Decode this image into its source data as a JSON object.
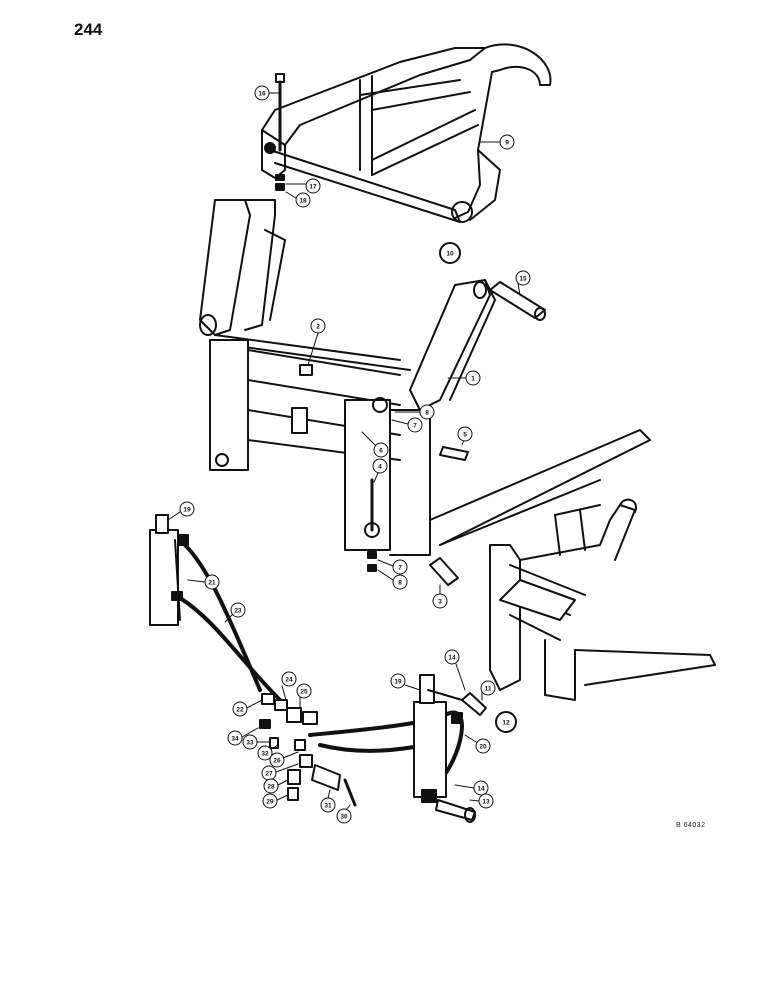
{
  "page": {
    "number": "244",
    "figure_code": "B 64032"
  },
  "diagram": {
    "callouts": [
      {
        "label": "16"
      },
      {
        "label": "9"
      },
      {
        "label": "17"
      },
      {
        "label": "18"
      },
      {
        "label": "10"
      },
      {
        "label": "15"
      },
      {
        "label": "2"
      },
      {
        "label": "1"
      },
      {
        "label": "8"
      },
      {
        "label": "7"
      },
      {
        "label": "6"
      },
      {
        "label": "5"
      },
      {
        "label": "4"
      },
      {
        "label": "7"
      },
      {
        "label": "8"
      },
      {
        "label": "3"
      },
      {
        "label": "19"
      },
      {
        "label": "21"
      },
      {
        "label": "23"
      },
      {
        "label": "24"
      },
      {
        "label": "25"
      },
      {
        "label": "22"
      },
      {
        "label": "34"
      },
      {
        "label": "33"
      },
      {
        "label": "32"
      },
      {
        "label": "26"
      },
      {
        "label": "27"
      },
      {
        "label": "28"
      },
      {
        "label": "29"
      },
      {
        "label": "31"
      },
      {
        "label": "30"
      },
      {
        "label": "19"
      },
      {
        "label": "14"
      },
      {
        "label": "11"
      },
      {
        "label": "12"
      },
      {
        "label": "20"
      },
      {
        "label": "14"
      },
      {
        "label": "13"
      }
    ]
  }
}
